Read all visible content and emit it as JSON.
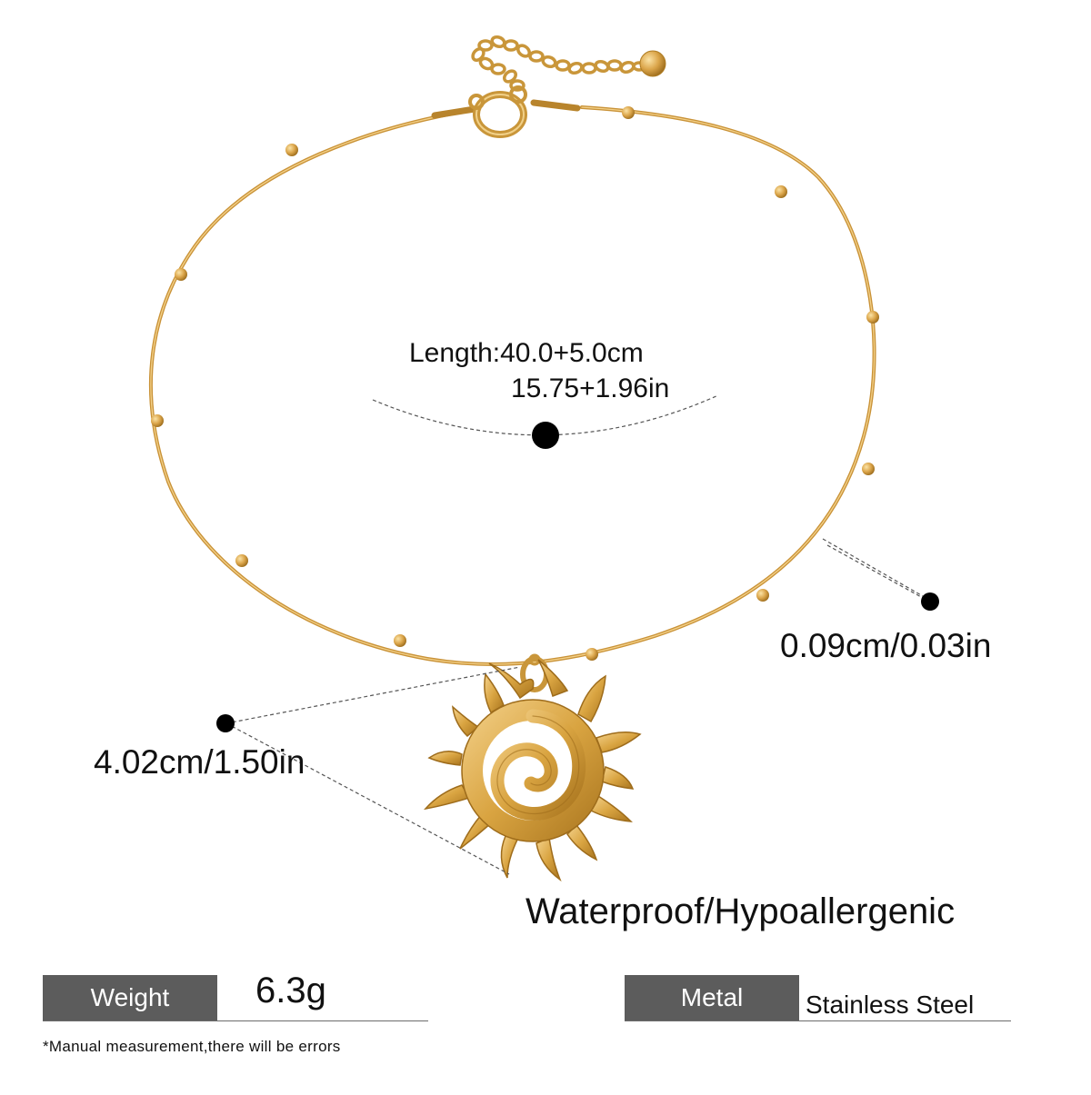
{
  "annotations": {
    "length_cm": "Length:40.0+5.0cm",
    "length_in": "15.75+1.96in",
    "chain_thickness": "0.09cm/0.03in",
    "pendant_size": "4.02cm/1.50in"
  },
  "features": "Waterproof/Hypoallergenic",
  "specs": {
    "weight_label": "Weight",
    "weight_value": "6.3g",
    "metal_label": "Metal",
    "metal_value": "Stainless Steel"
  },
  "footnote": "*Manual measurement,there will be errors",
  "colors": {
    "gold": "#d9a441",
    "gold_dark": "#b07d23",
    "spec_box": "#5c5c5c"
  },
  "icons": [
    "sun-pendant-icon",
    "lobster-clasp-icon",
    "extender-chain-icon"
  ]
}
